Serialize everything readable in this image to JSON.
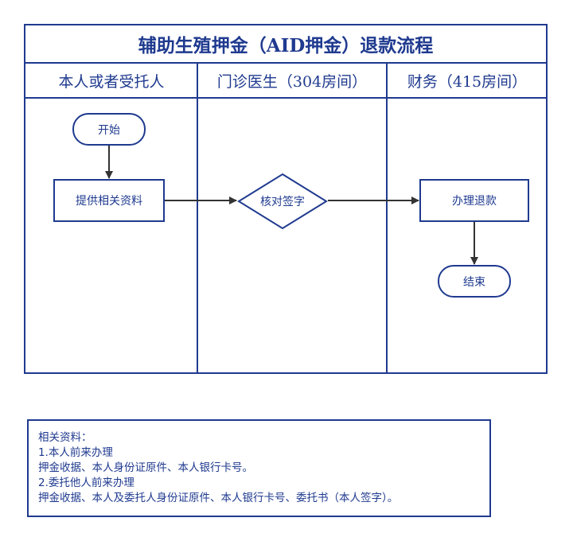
{
  "title": "辅助生殖押金（AID押金）退款流程",
  "lanes": [
    "本人或者受托人",
    "门诊医生（304房间）",
    "财务（415房间）"
  ],
  "nodes": {
    "start": "开始",
    "provide": "提供相关资料",
    "verify": "核对签字",
    "refund": "办理退款",
    "end": "结束"
  },
  "notes": [
    "相关资料：",
    "1.本人前来办理",
    "押金收据、本人身份证原件、本人银行卡号。",
    "2.委托他人前来办理",
    "押金收据、本人及委托人身份证原件、本人银行卡号、委托书（本人签字）。"
  ],
  "colors": {
    "border": "#1f3a8f",
    "arrow": "#333333"
  }
}
